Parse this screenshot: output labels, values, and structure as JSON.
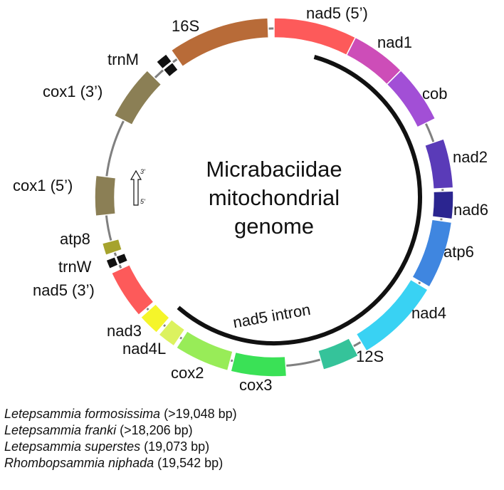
{
  "diagram": {
    "center_title": [
      "Micrabaciidae",
      "mitochondrial",
      "genome"
    ],
    "intron_label": "nad5 intron",
    "strand_arrow": {
      "top": "3'",
      "bottom": "5'"
    },
    "segments": [
      {
        "id": "nad5-5",
        "color": "#fd5a5a"
      },
      {
        "id": "nad1",
        "color": "#cd4db8"
      },
      {
        "id": "cob",
        "color": "#a24fd6"
      },
      {
        "id": "nad2",
        "color": "#5a3bb8"
      },
      {
        "id": "nad6",
        "color": "#2b2590"
      },
      {
        "id": "atp6",
        "color": "#3f86e0"
      },
      {
        "id": "nad4",
        "color": "#39d2f3"
      },
      {
        "id": "12s",
        "color": "#35c39a"
      },
      {
        "id": "cox3",
        "color": "#3ae156"
      },
      {
        "id": "cox2",
        "color": "#98ec58"
      },
      {
        "id": "nad4l",
        "color": "#dcf25f"
      },
      {
        "id": "nad3",
        "color": "#f5f52a"
      },
      {
        "id": "nad5-3",
        "color": "#fd5a5a"
      },
      {
        "id": "trnw",
        "color": "#111111"
      },
      {
        "id": "atp8",
        "color": "#a6a32d"
      },
      {
        "id": "cox1-5",
        "color": "#8b7f55"
      },
      {
        "id": "cox1-3",
        "color": "#8b7f55"
      },
      {
        "id": "trnm",
        "color": "#111111"
      },
      {
        "id": "16s",
        "color": "#b86b38"
      }
    ],
    "labels": {
      "nad5_5": "nad5 (5’)",
      "nad1": "nad1",
      "cob": "cob",
      "nad2": "nad2",
      "nad6": "nad6",
      "atp6": "atp6",
      "nad4": "nad4",
      "s12": "12S",
      "cox3": "cox3",
      "cox2": "cox2",
      "nad4l": "nad4L",
      "nad3": "nad3",
      "nad5_3": "nad5 (3’)",
      "trnw": "trnW",
      "atp8": "atp8",
      "cox1_5": "cox1 (5’)",
      "cox1_3": "cox1 (3’)",
      "trnm": "trnM",
      "s16": "16S"
    }
  },
  "species": [
    {
      "name": "Letepsammia formosissima",
      "size": " (>19,048 bp)"
    },
    {
      "name": "Letepsammia franki",
      "size": " (>18,206 bp)"
    },
    {
      "name": "Letepsammia superstes",
      "size": " (19,073 bp)"
    },
    {
      "name": "Rhombopsammia niphada",
      "size": " (19,542 bp)"
    }
  ]
}
